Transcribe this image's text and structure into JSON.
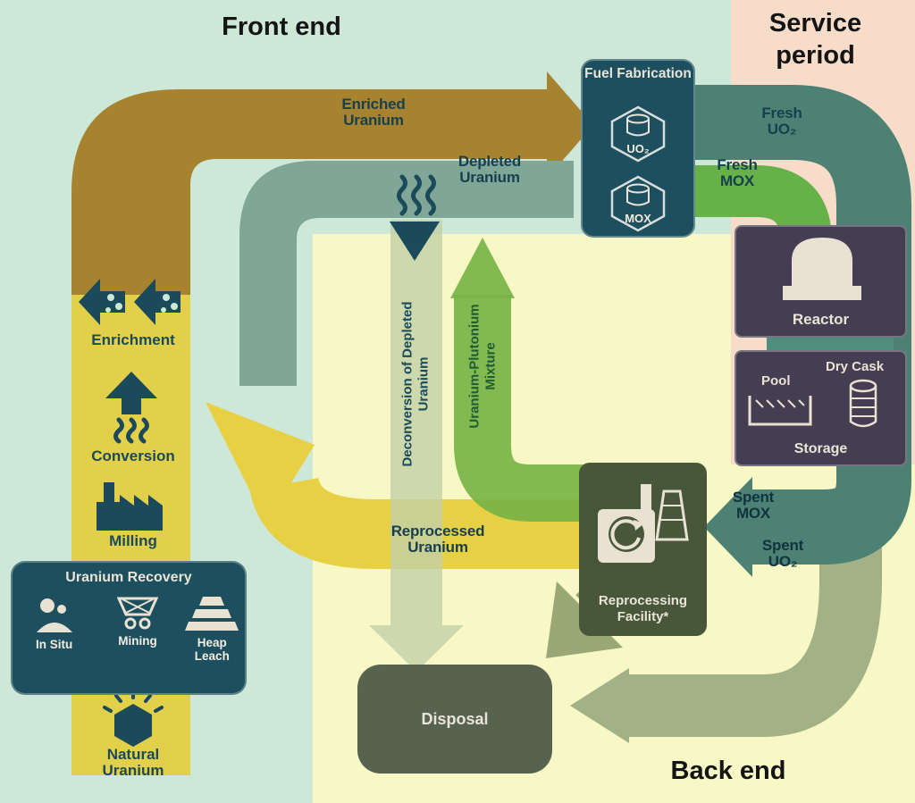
{
  "regions": {
    "front_end": "Front end",
    "service_period": "Service period",
    "back_end": "Back end"
  },
  "flows": {
    "enriched_uranium": "Enriched Uranium",
    "depleted_uranium": "Depleted Uranium",
    "deconversion": "Deconversion of Depleted Uranium",
    "u_pu_mixture": "Uranium-Plutonium Mixture",
    "fresh_uo2": "Fresh UO₂",
    "fresh_mox": "Fresh MOX",
    "spent_mox": "Spent MOX",
    "spent_uo2": "Spent UO₂",
    "reprocessed_uranium": "Reprocessed Uranium"
  },
  "nodes": {
    "fuel_fabrication": {
      "title": "Fuel Fabrication",
      "items": [
        "UO₂",
        "MOX"
      ]
    },
    "reactor": {
      "label": "Reactor"
    },
    "storage": {
      "pool": "Pool",
      "dry_cask": "Dry Cask",
      "label": "Storage"
    },
    "reprocessing": {
      "label": "Reprocessing Facility*"
    },
    "disposal": {
      "label": "Disposal"
    },
    "uranium_recovery": {
      "title": "Uranium Recovery",
      "methods": [
        "In Situ",
        "Mining",
        "Heap Leach"
      ]
    },
    "enrichment": {
      "label": "Enrichment"
    },
    "conversion": {
      "label": "Conversion"
    },
    "milling": {
      "label": "Milling"
    },
    "natural_uranium": {
      "label": "Natural Uranium"
    }
  },
  "colors": {
    "front_end_bg": "#cde7d8",
    "service_period_bg": "#f8dcca",
    "back_end_bg": "#f8f8c6",
    "yellow_flow": "#e2d04a",
    "brown_flow": "#a8832f",
    "teal_flow": "#7fa697",
    "dark_loop_flow": "#4c8173",
    "green_flow": "#66b148",
    "sage_flow": "#a3b286",
    "dark_teal": "#1b4a5a",
    "box_purple": "#453e53",
    "box_green": "#48563a"
  }
}
